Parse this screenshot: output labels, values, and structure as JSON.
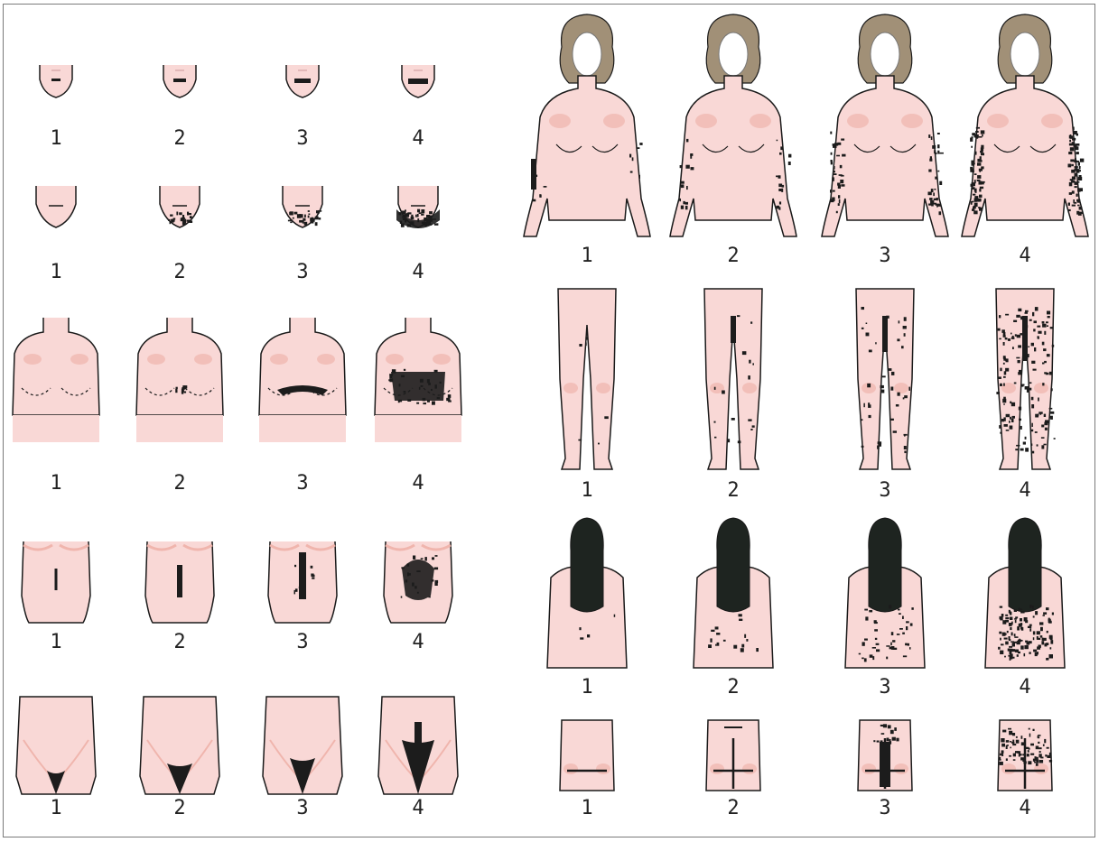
{
  "figure": {
    "labels": [
      "1",
      "2",
      "3",
      "4"
    ],
    "regions": [
      {
        "name": "upper lip",
        "labels": [
          "1",
          "2",
          "3",
          "4"
        ]
      },
      {
        "name": "chin",
        "labels": [
          "1",
          "2",
          "3",
          "4"
        ]
      },
      {
        "name": "chest",
        "labels": [
          "1",
          "2",
          "3",
          "4"
        ]
      },
      {
        "name": "upper abdomen",
        "labels": [
          "1",
          "2",
          "3",
          "4"
        ]
      },
      {
        "name": "lower abdomen",
        "labels": [
          "1",
          "2",
          "3",
          "4"
        ]
      },
      {
        "name": "arms",
        "labels": [
          "1",
          "2",
          "3",
          "4"
        ]
      },
      {
        "name": "legs",
        "labels": [
          "1",
          "2",
          "3",
          "4"
        ]
      },
      {
        "name": "upper back",
        "labels": [
          "1",
          "2",
          "3",
          "4"
        ]
      },
      {
        "name": "lower back",
        "labels": [
          "1",
          "2",
          "3",
          "4"
        ]
      }
    ],
    "colors": {
      "skin": "#f9d8d6",
      "skin_shade": "#f0b5ad",
      "outline": "#1a1a1a",
      "hair_body": "#1c1c1c",
      "head_hair_front": "#a19077",
      "head_hair_back": "#1e2420",
      "face": "#ffffff"
    }
  }
}
